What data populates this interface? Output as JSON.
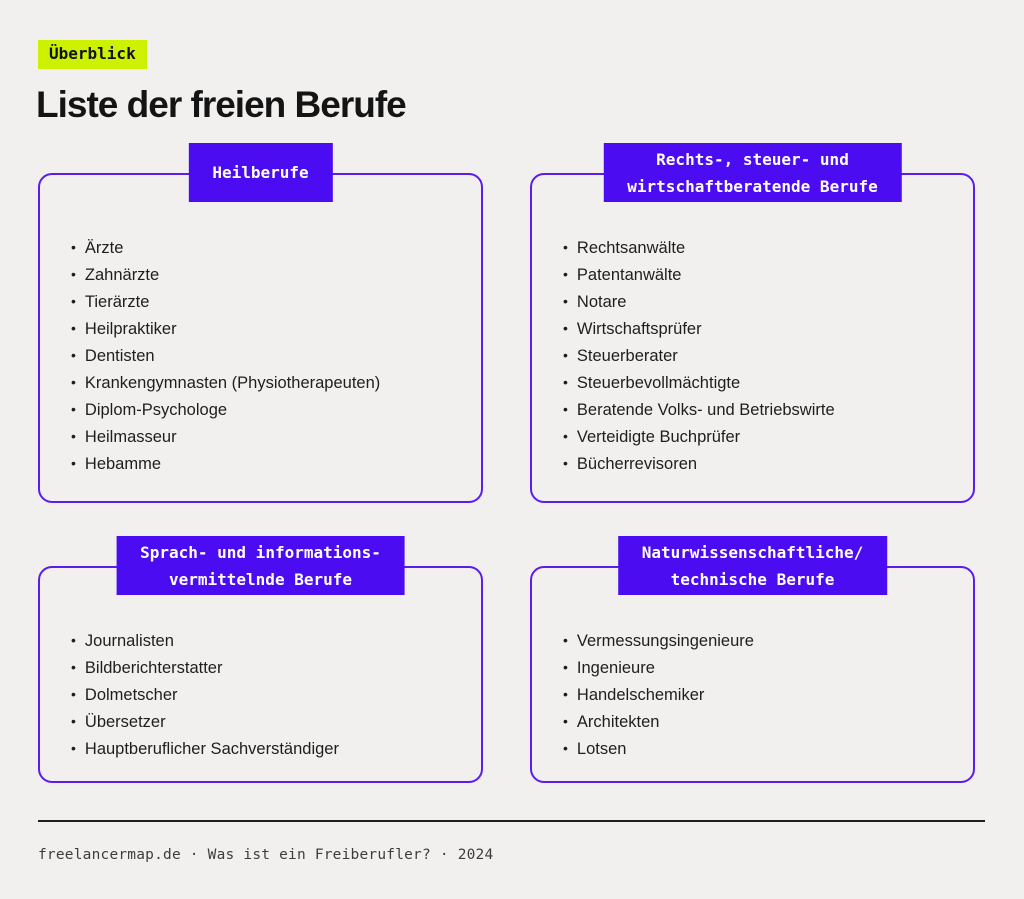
{
  "page": {
    "badge": "Überblick",
    "title": "Liste der freien Berufe",
    "footer": "freelancermap.de · Was ist ein Freiberufler? · 2024"
  },
  "colors": {
    "background": "#F2F0EE",
    "accent_purple": "#4C0CF2",
    "border_purple": "#5A1DF0",
    "badge_lime": "#CDF101",
    "text_dark": "#1E1E1E"
  },
  "groups": [
    {
      "title_lines": [
        "Heilberufe"
      ],
      "items": [
        "Ärzte",
        "Zahnärzte",
        "Tierärzte",
        "Heilpraktiker",
        "Dentisten",
        "Krankengymnasten (Physiotherapeuten)",
        "Diplom-Psychologe",
        "Heilmasseur",
        "Hebamme"
      ]
    },
    {
      "title_lines": [
        "Rechts-, steuer- und",
        "wirtschaftberatende Berufe"
      ],
      "items": [
        "Rechtsanwälte",
        "Patentanwälte",
        "Notare",
        "Wirtschaftsprüfer",
        "Steuerberater",
        "Steuerbevollmächtigte",
        "Beratende Volks- und Betriebswirte",
        "Verteidigte Buchprüfer",
        "Bücherrevisoren"
      ]
    },
    {
      "title_lines": [
        "Sprach- und informations-",
        "vermittelnde Berufe"
      ],
      "items": [
        "Journalisten",
        "Bildberichterstatter",
        "Dolmetscher",
        "Übersetzer",
        "Hauptberuflicher Sachverständiger"
      ]
    },
    {
      "title_lines": [
        "Naturwissenschaftliche/",
        "technische Berufe"
      ],
      "items": [
        "Vermessungsingenieure",
        "Ingenieure",
        "Handelschemiker",
        "Architekten",
        "Lotsen"
      ]
    }
  ]
}
